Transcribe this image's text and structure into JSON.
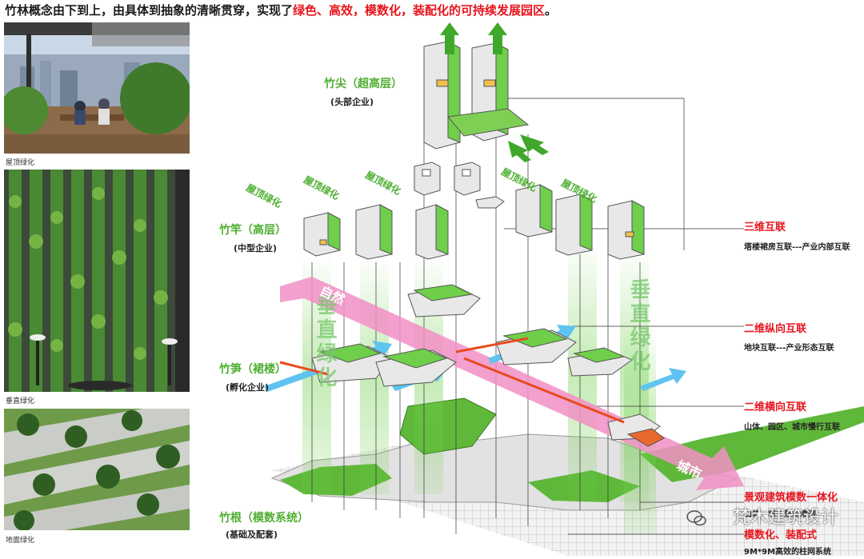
{
  "headline": {
    "prefix": "竹林概念由下到上，由具体到抽象的清晰贯穿，实现了",
    "highlight": "绿色、高效，模数化，装配化的可持续发展园区",
    "suffix": "。"
  },
  "photos": [
    {
      "caption": "屋顶绿化"
    },
    {
      "caption": "垂直绿化"
    },
    {
      "caption": "地面绿化"
    }
  ],
  "tiers": {
    "tip": {
      "title": "竹尖（超高层）",
      "sub": "(头部企业)"
    },
    "stalk": {
      "title": "竹竿（高层）",
      "sub": "(中型企业)"
    },
    "shoot": {
      "title": "竹笋（裙楼）",
      "sub": "(孵化企业)"
    },
    "root": {
      "title": "竹根（模数系统）",
      "sub": "(基础及配套)"
    }
  },
  "roof_labels": [
    "屋顶绿化",
    "屋顶绿化",
    "屋顶绿化",
    "屋顶绿化",
    "屋顶绿化"
  ],
  "vertical_labels": {
    "left": "垂直绿化",
    "right": "垂直绿化"
  },
  "flow_labels": {
    "start": "自然",
    "end": "城市"
  },
  "callouts": [
    {
      "title": "三维互联",
      "desc": "塔楼裙房互联---产业内部互联"
    },
    {
      "title": "二维纵向互联",
      "desc": "地块互联---产业形态互联"
    },
    {
      "title": "二维横向互联",
      "desc": "山体、园区、城市慢行互联"
    },
    {
      "title": "景观建筑模数一体化",
      "desc": "山体、城市景观渗透"
    },
    {
      "title": "模数化、装配式",
      "desc": "9M*9M高效的柱网系统"
    }
  ],
  "watermark": "梵木建筑设计",
  "colors": {
    "accent_red": "#e8141d",
    "green": "#4cae2f",
    "pink": "#f28fc6",
    "blue": "#5ec3ef"
  }
}
